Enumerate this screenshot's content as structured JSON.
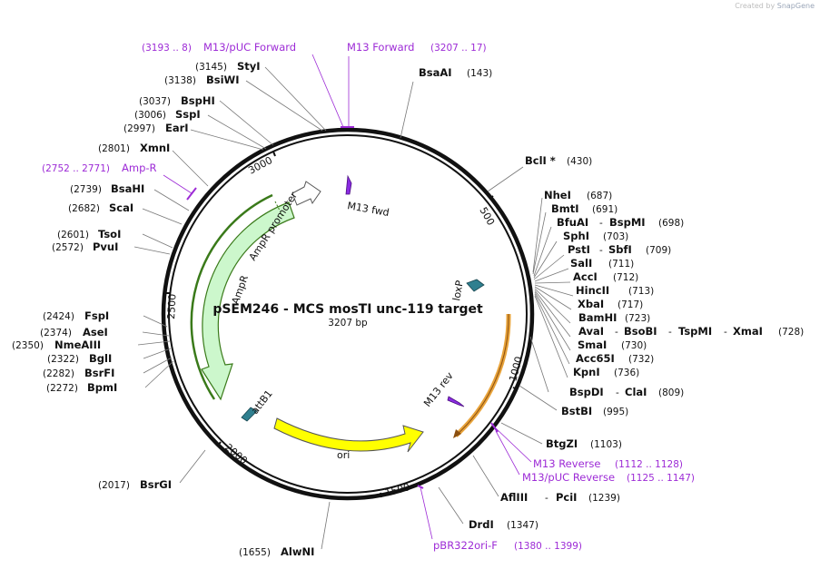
{
  "credit": {
    "prefix": "Created by",
    "brand": "SnapGene"
  },
  "plasmid": {
    "name": "pSEM246 - MCS mosTI unc-119 target",
    "length_label": "3207 bp"
  },
  "ticks": [
    "500",
    "1000",
    "1500",
    "2000",
    "2500",
    "3000"
  ],
  "features": {
    "m13fwd": "M13 fwd",
    "ampr_promoter": "AmpR promoter",
    "ampr": "AmpR",
    "loxp": "loxP",
    "m13rev": "M13 rev",
    "attb1": "attB1",
    "ori": "ori"
  },
  "enzymes": [
    {
      "id": "BsaAI",
      "name": "BsaAI",
      "pos": "(143)"
    },
    {
      "id": "BclI",
      "name": "BclI *",
      "pos": "(430)"
    },
    {
      "id": "NheI",
      "name": "NheI",
      "pos": "(687)"
    },
    {
      "id": "BmtI",
      "name": "BmtI",
      "pos": "(691)"
    },
    {
      "id": "BfuAI",
      "name": "BfuAI",
      "pos": ""
    },
    {
      "id": "BspMI",
      "name": "BspMI",
      "pos": "(698)"
    },
    {
      "id": "SphI",
      "name": "SphI",
      "pos": "(703)"
    },
    {
      "id": "PstI",
      "name": "PstI",
      "pos": ""
    },
    {
      "id": "SbfI",
      "name": "SbfI",
      "pos": "(709)"
    },
    {
      "id": "SalI",
      "name": "SalI",
      "pos": "(711)"
    },
    {
      "id": "AccI",
      "name": "AccI",
      "pos": "(712)"
    },
    {
      "id": "HincII",
      "name": "HincII",
      "pos": "(713)"
    },
    {
      "id": "XbaI",
      "name": "XbaI",
      "pos": "(717)"
    },
    {
      "id": "BamHI",
      "name": "BamHI",
      "pos": "(723)"
    },
    {
      "id": "AvaI",
      "name": "AvaI",
      "pos": ""
    },
    {
      "id": "BsoBI",
      "name": "BsoBI",
      "pos": ""
    },
    {
      "id": "TspMI",
      "name": "TspMI",
      "pos": ""
    },
    {
      "id": "XmaI",
      "name": "XmaI",
      "pos": "(728)"
    },
    {
      "id": "SmaI",
      "name": "SmaI",
      "pos": "(730)"
    },
    {
      "id": "Acc65I",
      "name": "Acc65I",
      "pos": "(732)"
    },
    {
      "id": "KpnI",
      "name": "KpnI",
      "pos": "(736)"
    },
    {
      "id": "BspDI",
      "name": "BspDI",
      "pos": ""
    },
    {
      "id": "ClaI",
      "name": "ClaI",
      "pos": "(809)"
    },
    {
      "id": "BstBI",
      "name": "BstBI",
      "pos": "(995)"
    },
    {
      "id": "BtgZI",
      "name": "BtgZI",
      "pos": "(1103)"
    },
    {
      "id": "AflIII",
      "name": "AflIII",
      "pos": ""
    },
    {
      "id": "PciI",
      "name": "PciI",
      "pos": "(1239)"
    },
    {
      "id": "DrdI",
      "name": "DrdI",
      "pos": "(1347)"
    },
    {
      "id": "AlwNI",
      "name": "AlwNI",
      "pos": "(1655)"
    },
    {
      "id": "BsrGI",
      "name": "BsrGI",
      "pos": "(2017)"
    },
    {
      "id": "BpmI",
      "name": "BpmI",
      "pos": "(2272)"
    },
    {
      "id": "BsrFI",
      "name": "BsrFI",
      "pos": "(2282)"
    },
    {
      "id": "BglI",
      "name": "BglI",
      "pos": "(2322)"
    },
    {
      "id": "NmeAIII",
      "name": "NmeAIII",
      "pos": "(2350)"
    },
    {
      "id": "AseI",
      "name": "AseI",
      "pos": "(2374)"
    },
    {
      "id": "FspI",
      "name": "FspI",
      "pos": "(2424)"
    },
    {
      "id": "PvuI",
      "name": "PvuI",
      "pos": "(2572)"
    },
    {
      "id": "TsoI",
      "name": "TsoI",
      "pos": "(2601)"
    },
    {
      "id": "ScaI",
      "name": "ScaI",
      "pos": "(2682)"
    },
    {
      "id": "BsaHI",
      "name": "BsaHI",
      "pos": "(2739)"
    },
    {
      "id": "XmnI",
      "name": "XmnI",
      "pos": "(2801)"
    },
    {
      "id": "EarI",
      "name": "EarI",
      "pos": "(2997)"
    },
    {
      "id": "SspI",
      "name": "SspI",
      "pos": "(3006)"
    },
    {
      "id": "BspHI",
      "name": "BspHI",
      "pos": "(3037)"
    },
    {
      "id": "BsiWI",
      "name": "BsiWI",
      "pos": "(3138)"
    },
    {
      "id": "StyI",
      "name": "StyI",
      "pos": "(3145)"
    }
  ],
  "primers": [
    {
      "id": "m13puc_fwd",
      "name": "M13/pUC Forward",
      "range": "(3193 .. 8)"
    },
    {
      "id": "m13_fwd",
      "name": "M13 Forward",
      "range": "(3207 .. 17)"
    },
    {
      "id": "amp_r",
      "name": "Amp-R",
      "range": "(2752 .. 2771)"
    },
    {
      "id": "m13_rev",
      "name": "M13 Reverse",
      "range": "(1112 .. 1128)"
    },
    {
      "id": "m13puc_rev",
      "name": "M13/pUC Reverse",
      "range": "(1125 .. 1147)"
    },
    {
      "id": "pbr322",
      "name": "pBR322ori-F",
      "range": "(1380 .. 1399)"
    }
  ],
  "separator": "-",
  "colors": {
    "backbone": "#111111",
    "primer": "#9d2bd6",
    "ampr_fill": "#ccf7cc",
    "ampr_stroke": "#3a7a1a",
    "ori_fill": "#ffff00",
    "loxp_fill": "#2f7f8f",
    "m13_fill": "#8a2be2",
    "orange_arc": "#e8a33a",
    "promoter_fill": "#ffffff",
    "leader": "#777777"
  }
}
